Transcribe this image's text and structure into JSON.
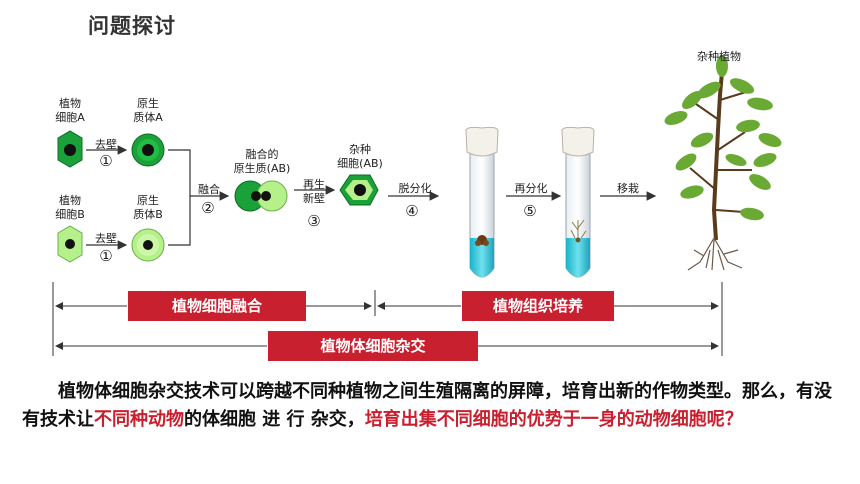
{
  "title": "问题探讨",
  "labels": {
    "cell_a": "植物\n细胞A",
    "proto_a": "原生\n质体A",
    "cell_b": "植物\n细胞B",
    "proto_b": "原生\n质体B",
    "fused": "融合的\n原生质(AB)",
    "hybrid_cell": "杂种\n细胞(AB)",
    "hybrid_plant": "杂种植物"
  },
  "steps": {
    "remove_wall_a": "去壁",
    "remove_wall_b": "去壁",
    "fusion": "融合",
    "regen_wall": "再生\n新壁",
    "dediff": "脱分化",
    "rediff": "再分化",
    "transplant": "移栽",
    "num1a": "①",
    "num1b": "①",
    "num2": "②",
    "num3": "③",
    "num4": "④",
    "num5": "⑤"
  },
  "bands": {
    "fusion": "植物细胞融合",
    "culture": "植物组织培养",
    "hybrid": "植物体细胞杂交"
  },
  "paragraph": {
    "part1": "植物体细胞杂交技术可以跨越不同种植物之间生殖隔离的屏障，培育出新的作物类型。那么，有没有技术让",
    "part2": "不同种动物",
    "part3": "的体细胞 进 行 杂交，",
    "part4": "培育出集不同细胞的优势于一身的动物细胞呢？"
  },
  "colors": {
    "accent": "#c8202e",
    "cell_dark": "#1aa13a",
    "cell_light": "#b5f08a"
  }
}
